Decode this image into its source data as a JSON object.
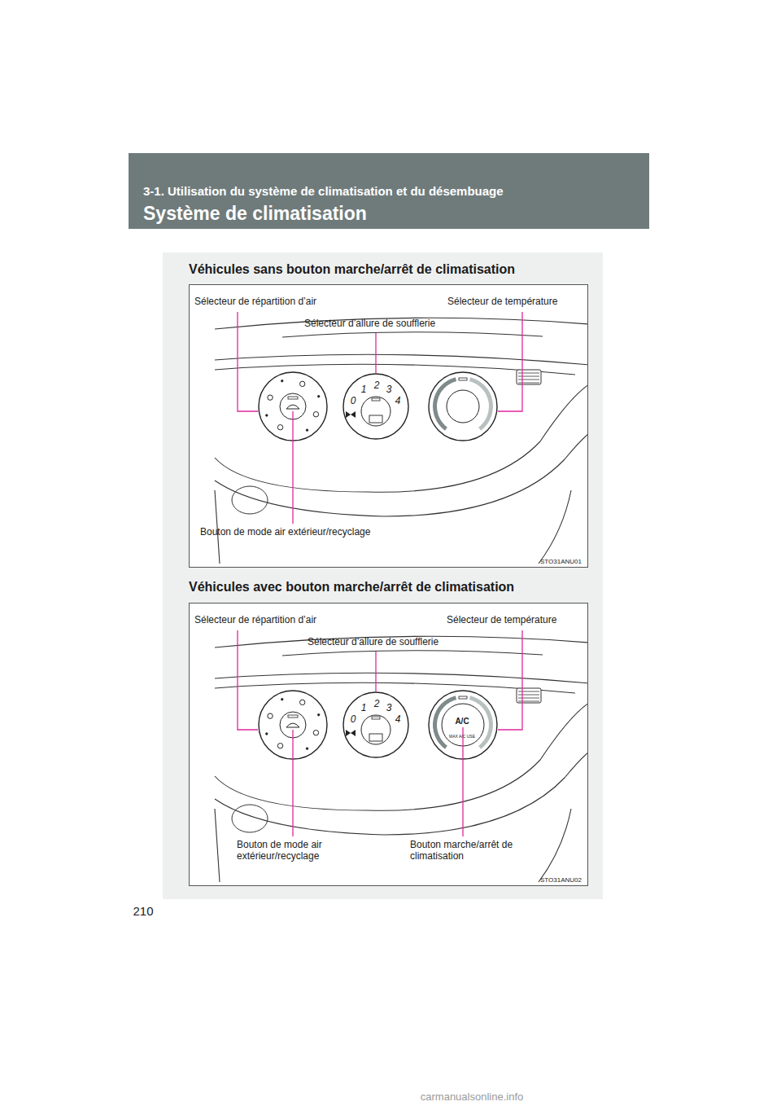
{
  "diagram": {
    "nodes": [
      {
        "text": [
          "3-1. Utilisation du système de climatisation et du désembuage",
          "Système de climatisation"
        ]
      },
      {
        "text": [
          "Véhicules sans bouton marche/arrêt de climatisation",
          "Véhicules avec bouton marche/arrêt de climatisation"
        ]
      },
      {
        "text": [
          "Sélecteur de répartition d’air",
          "Sélecteur de température",
          "Sélecteur d’allure de soufflerie",
          "Bouton de mode air extérieur/recyclage",
          "STO31ANU01"
        ],
        "in": 1
      },
      {
        "text": [
          "Sélecteur de répartition d’air",
          "Sélecteur de température",
          "Sélecteur d’allure de soufflerie",
          "Bouton de mode air extérieur/recyclage",
          "Bouton marche/arrêt de climatisation",
          "STO31ANU02"
        ],
        "in": 1
      }
    ],
    "labels": [
      "0",
      "1",
      "2",
      "3",
      "4",
      "0",
      "1",
      "2",
      "3",
      "4",
      "A/C",
      "MAX A/C USE",
      "210",
      "carmanualsonline.info"
    ]
  }
}
